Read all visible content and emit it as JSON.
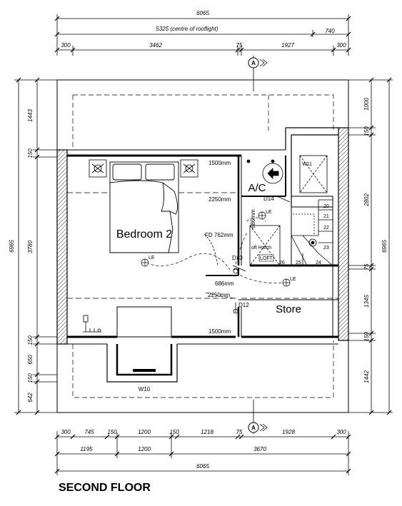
{
  "drawing": {
    "title": "SECOND FLOOR",
    "section_marker": "A"
  },
  "dimensions": {
    "top_overall": "6065",
    "top_rooflight": "5325 (centre of rooflight)",
    "top_right": "740",
    "top_segments": [
      "300",
      "3462",
      "75",
      "1927",
      "300"
    ],
    "bottom_segments": [
      "300",
      "745",
      "150",
      "1200",
      "150",
      "1218",
      "75",
      "1928",
      "300"
    ],
    "bottom_groups": [
      "1195",
      "1200",
      "3670"
    ],
    "bottom_overall": "6065",
    "left_overall": "6965",
    "left_segments": [
      "1443",
      "150",
      "3780",
      "150",
      "650",
      "150",
      "642"
    ],
    "right_overall": "6965",
    "right_segments": [
      "1000",
      "150",
      "2802",
      "75",
      "1345",
      "150",
      "1442"
    ]
  },
  "rooms": {
    "bedroom": "Bedroom 2",
    "ac": "A/C",
    "store": "Store"
  },
  "labels": {
    "w10": "W10",
    "w11": "W11",
    "d12": "D12",
    "d13": "D13",
    "d14": "D14",
    "le1": "LE",
    "le2": "LE",
    "le3": "LE",
    "fd": "FD 762mm",
    "door686": "686mm",
    "door686v": "686mm",
    "loft_hatch": "oft Hatch",
    "loft": "LOFT",
    "m1500_top": "1500mm",
    "m2250_top": "2250mm",
    "m2250_bot": "2250mm",
    "m1500_bot": "1500mm"
  },
  "stairs": [
    "20",
    "21",
    "22",
    "23",
    "24",
    "25",
    "26"
  ]
}
